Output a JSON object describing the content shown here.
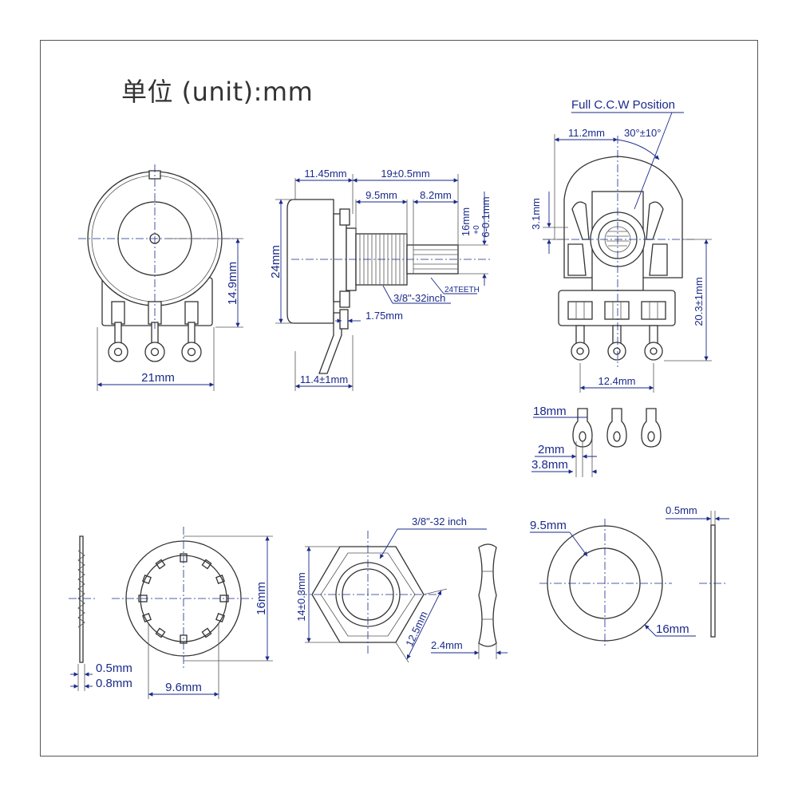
{
  "title": "单位 (unit):mm",
  "front_view": {
    "height": "14.9mm",
    "width": "21mm"
  },
  "side_view": {
    "body_depth": "11.45mm",
    "shaft_length": "19±0.5mm",
    "bushing_length": "9.5mm",
    "spline_length": "8.2mm",
    "body_diameter": "24mm",
    "shaft_diameter": "6-0.1mm",
    "shaft_tolerance": "+0",
    "spline_diameter": "16mm",
    "teeth": "24TEETH",
    "thread": "3/8\"-32inch",
    "bracket_thickness": "1.75mm",
    "terminal_offset": "11.4±1mm"
  },
  "rear_view": {
    "label": "Full C.C.W Position",
    "offset": "11.2mm",
    "angle": "30°±10°",
    "tab": "3.1mm",
    "height": "20.3±1mm",
    "pitch": "12.4mm"
  },
  "terminal_detail": {
    "length": "18mm",
    "hole": "2mm",
    "width": "3.8mm"
  },
  "lock_washer": {
    "thickness_a": "0.5mm",
    "thickness_b": "0.8mm",
    "inner": "9.6mm",
    "outer": "16mm"
  },
  "hex_nut": {
    "thread": "3/8\"-32 inch",
    "across_flats": "14±0.3mm",
    "across_corners": "12.5mm",
    "thickness": "2.4mm"
  },
  "flat_washer": {
    "inner": "9.5mm",
    "outer": "16mm",
    "thickness": "0.5mm"
  }
}
